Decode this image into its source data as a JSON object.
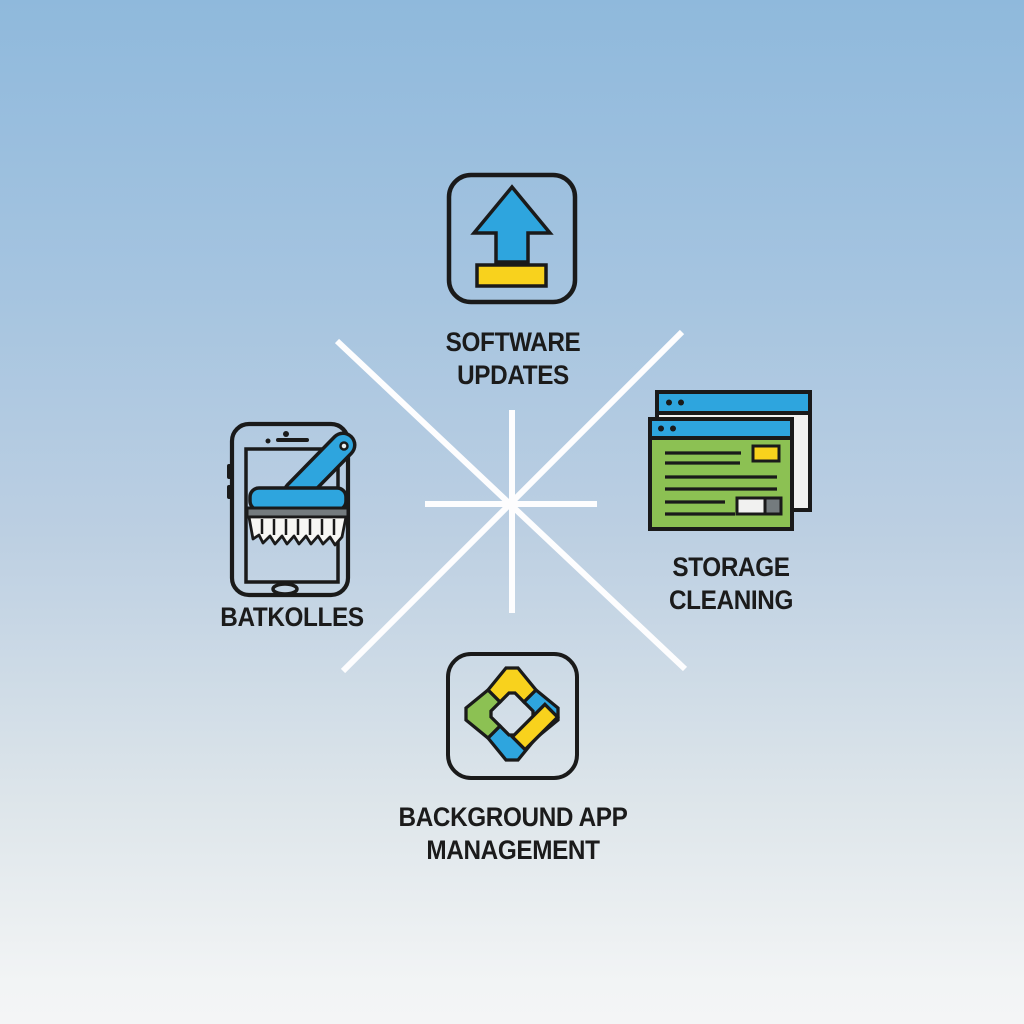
{
  "diagram": {
    "title": "",
    "palette": {
      "blue": "#2ea5de",
      "yellow": "#f8d21d",
      "green": "#8cc153",
      "outline": "#1a1a1a",
      "spoke_white": "#fdfdfd",
      "window_light": "#f1f1f0",
      "gray": "#747b7e",
      "bristle_white": "#f7f7f4",
      "text": "#1b1b1b",
      "bg_top": "#8fb9dc",
      "bg_bottom": "#f4f5f6"
    },
    "nodes": [
      {
        "id": "software-updates",
        "icon": "upload-arrow-icon",
        "label_lines": [
          "SOFTWARE",
          "UPDATES"
        ]
      },
      {
        "id": "storage-cleaning",
        "icon": "browser-windows-icon",
        "label_lines": [
          "STORAGE",
          "CLEANING"
        ]
      },
      {
        "id": "batkolles",
        "icon": "phone-brush-icon",
        "label_lines": [
          "BATKOLLES"
        ]
      },
      {
        "id": "background-app-management",
        "icon": "interlocked-links-icon",
        "label_lines": [
          "BACKGROUND APP",
          "MANAGEMENT"
        ]
      }
    ]
  }
}
